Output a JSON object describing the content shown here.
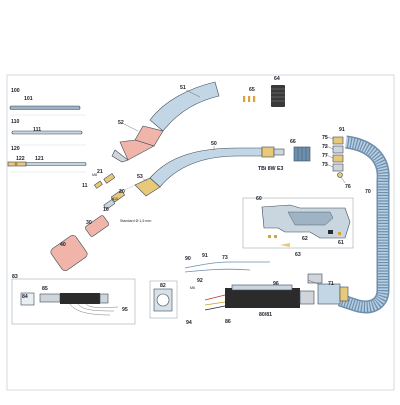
{
  "palette": {
    "neck": "#c2d6e6",
    "neck_dark": "#7fa2bf",
    "gas_nozzle": "#f0b5a8",
    "gas_nozzle_dark": "#d58a78",
    "brass": "#e8c879",
    "brass_dark": "#b08a3a",
    "steel": "#cfd5da",
    "steel_dark": "#8c969e",
    "hose": "#b8cfe2",
    "hose_dark": "#6d8fae",
    "handle": "#c9d6e0",
    "black": "#2b2b2b"
  },
  "labels": {
    "l100": "100",
    "l101": "101",
    "l110": "110",
    "l111": "111",
    "l120": "120",
    "l122": "122",
    "l121": "121",
    "l51": "51",
    "l52": "52",
    "l64": "64",
    "l65": "65",
    "l50": "50",
    "l21": "21",
    "l53": "53",
    "l11": "11",
    "l20": "20",
    "l10": "10",
    "l30": "30",
    "l40": "40",
    "l66": "66",
    "l91a": "91",
    "l75": "75",
    "l72": "72",
    "l77": "77",
    "l73a": "73",
    "l76": "76",
    "l70": "70",
    "l60": "60",
    "l62": "62",
    "l61": "61",
    "l63": "63",
    "l83": "83",
    "l84": "84",
    "l85": "85",
    "l95": "95",
    "l82": "82",
    "l90": "90",
    "l91b": "91",
    "l73b": "73",
    "l96": "96",
    "l71": "71",
    "l92": "92",
    "l94": "94",
    "l86": "86",
    "l8081": "80/81",
    "tbi": "TBi 8W E3",
    "m8": "M8",
    "m10": "M10",
    "m6": "M6",
    "standard": "Standard Ø 1,5 mm"
  }
}
